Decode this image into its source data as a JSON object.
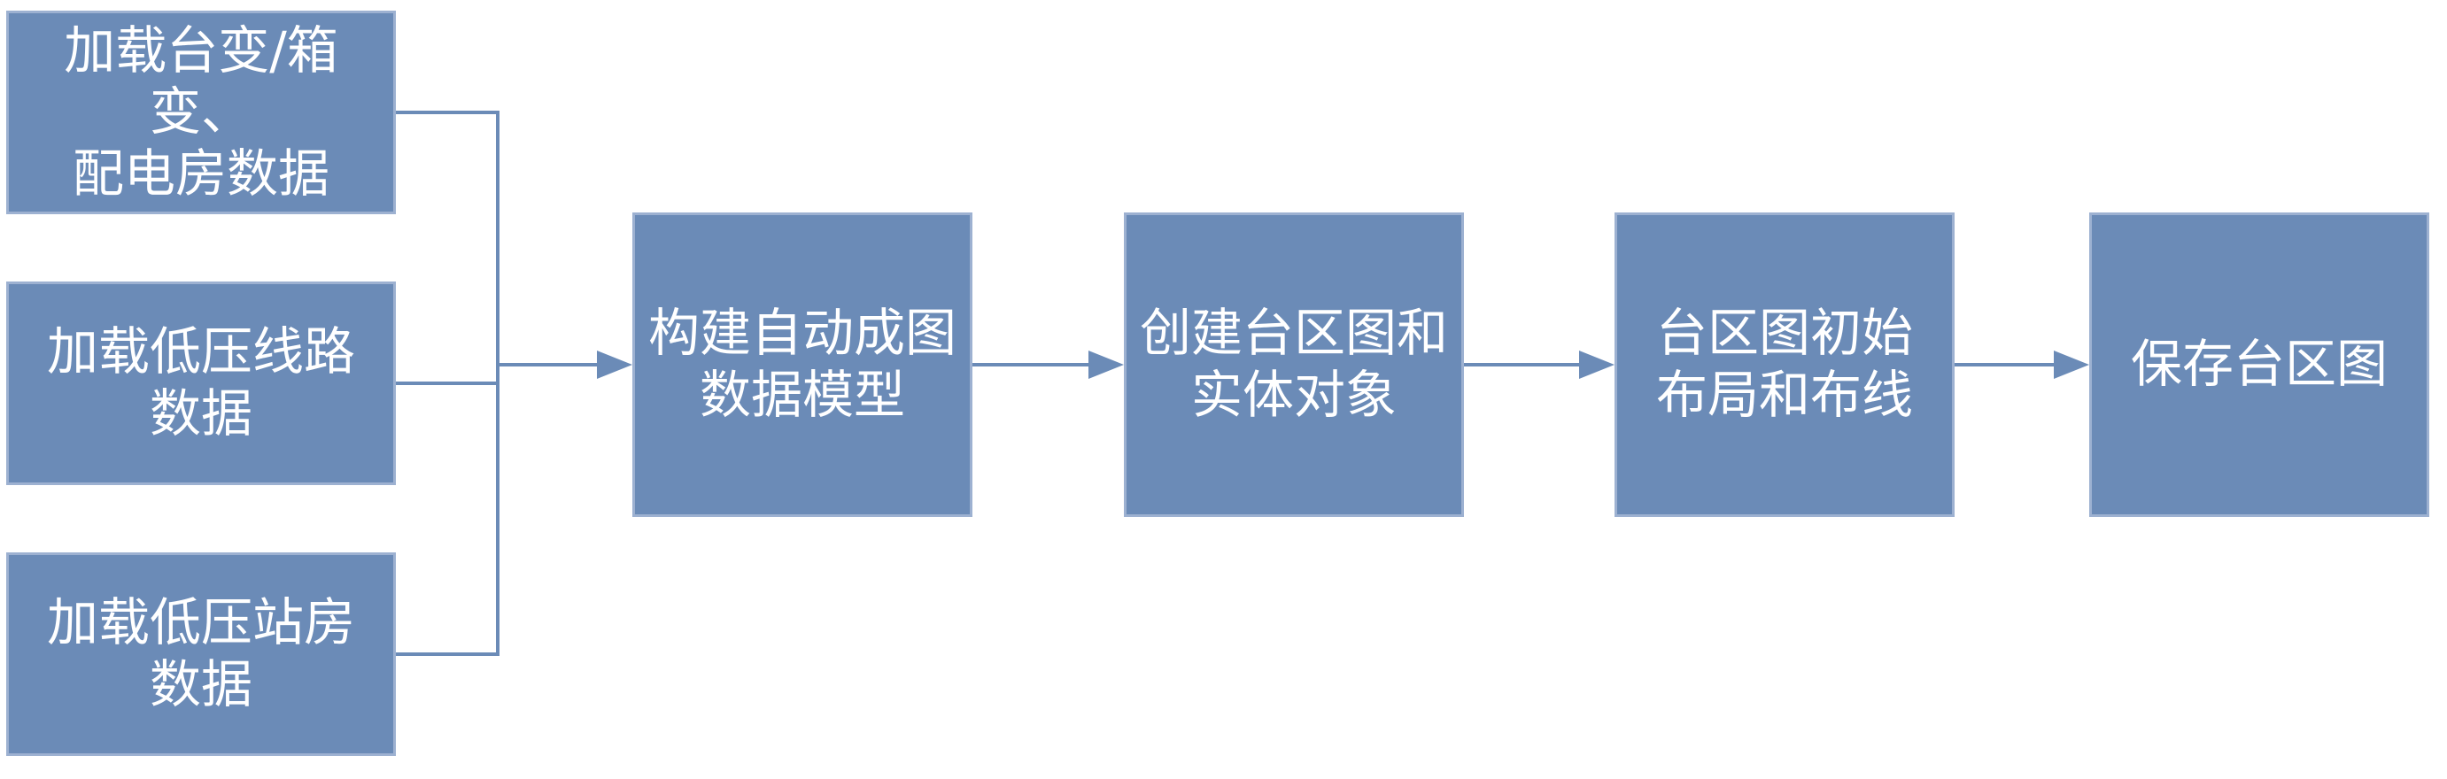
{
  "colors": {
    "box_fill": "#6b8bb7",
    "box_border": "#9db1d1",
    "connector": "#6b8bb7",
    "text": "#ffffff"
  },
  "sources": [
    {
      "line1": "加载台变/箱变、",
      "line2": "配电房数据"
    },
    {
      "line1": "加载低压线路",
      "line2": "数据"
    },
    {
      "line1": "加载低压站房",
      "line2": "数据"
    }
  ],
  "steps": [
    {
      "line1": "构建自动成图",
      "line2": "数据模型"
    },
    {
      "line1": "创建台区图和",
      "line2": "实体对象"
    },
    {
      "line1": "台区图初始",
      "line2": "布局和布线"
    },
    {
      "line1": "保存台区图",
      "line2": ""
    }
  ]
}
